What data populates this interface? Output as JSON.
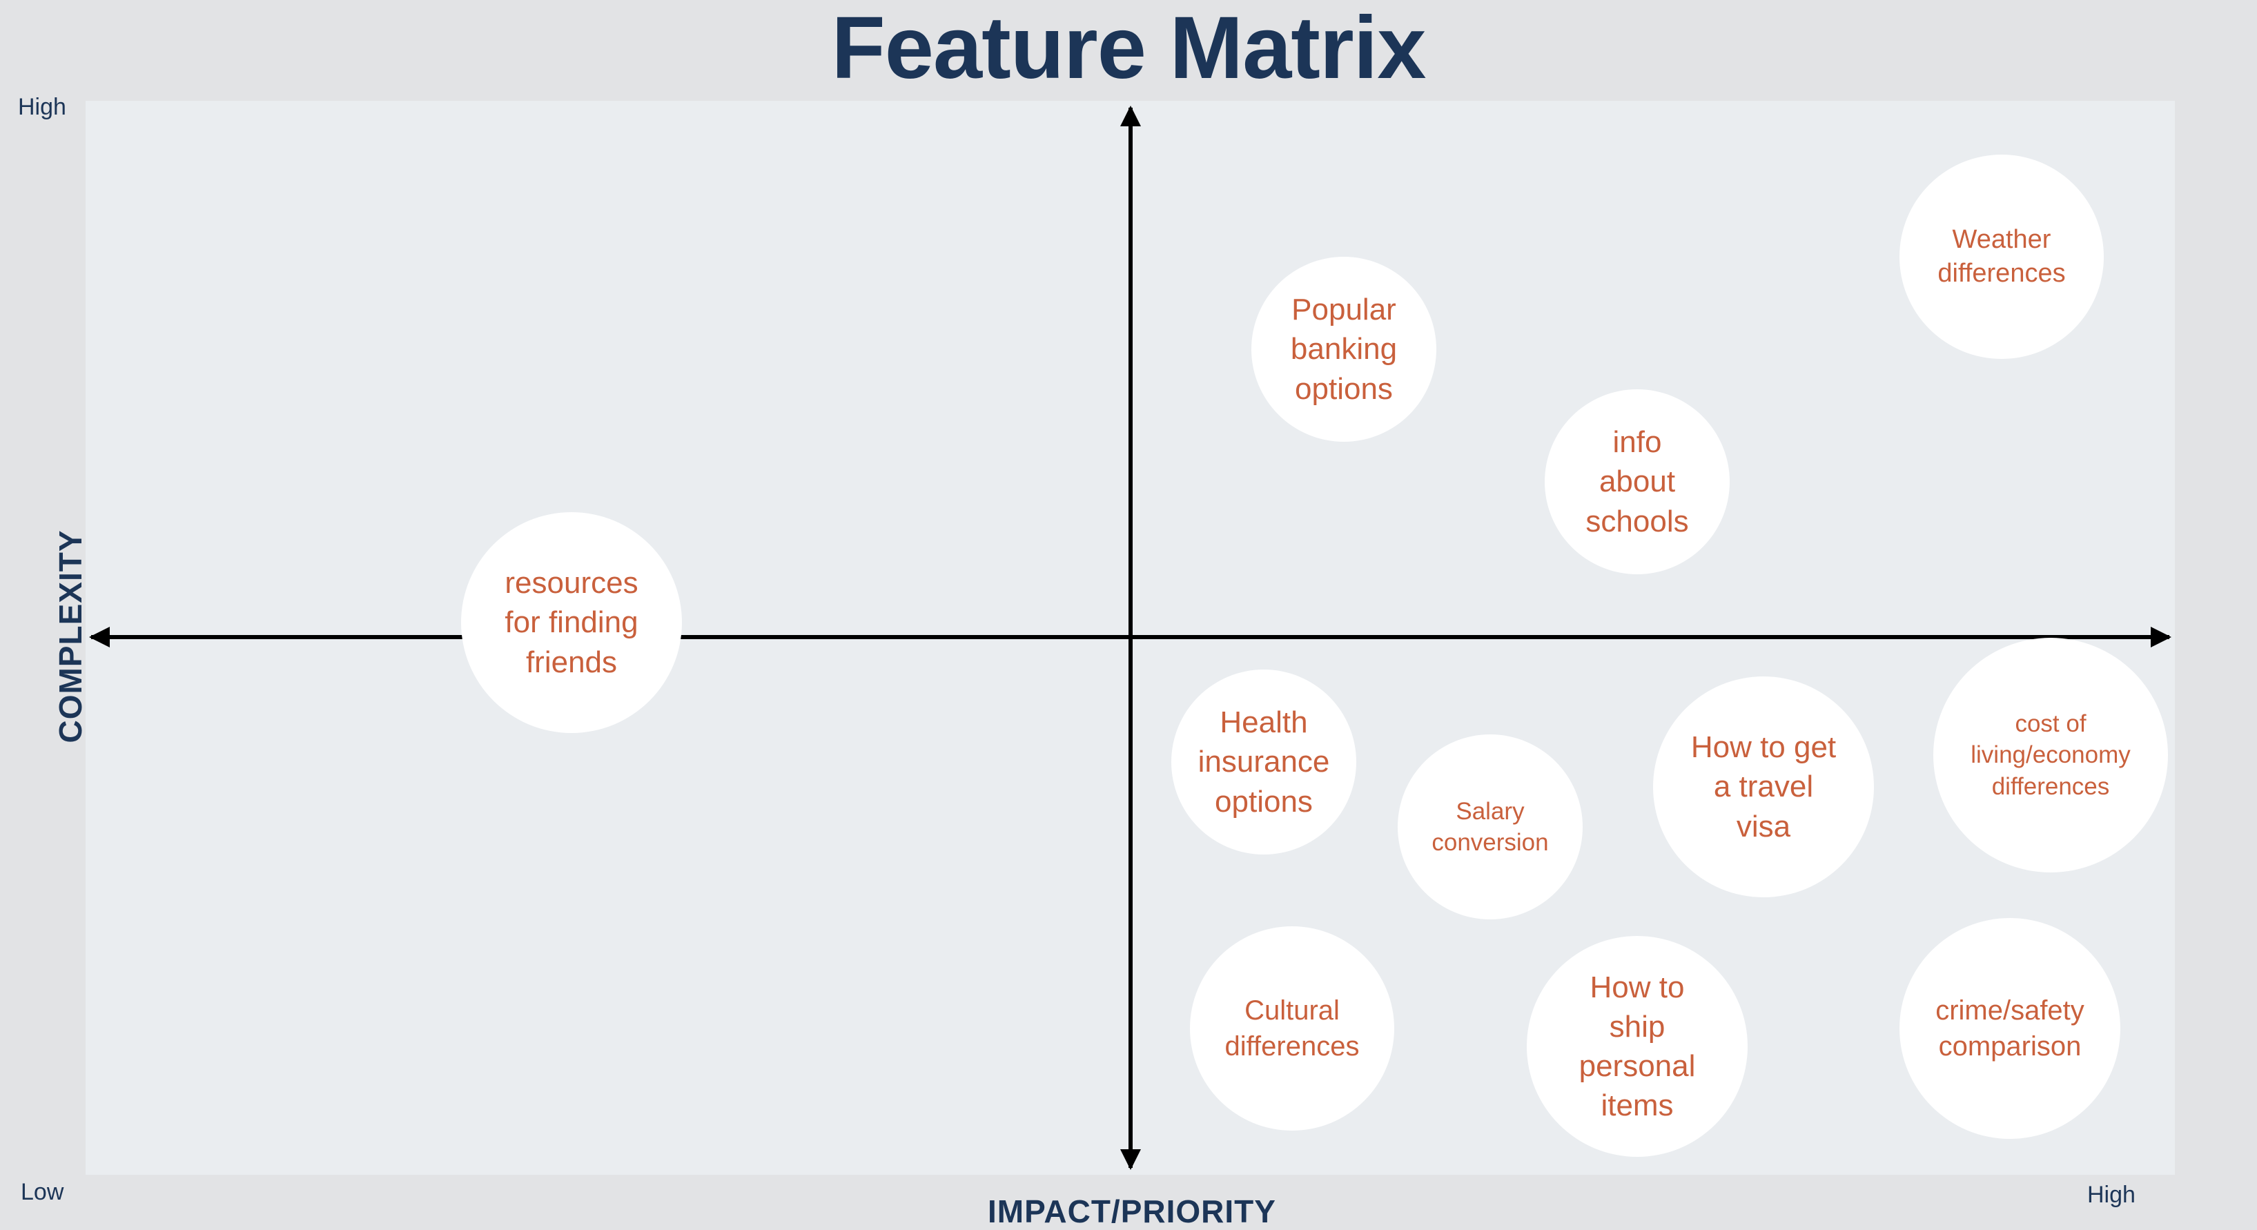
{
  "title": "Feature Matrix",
  "colors": {
    "background": "#e2e3e5",
    "plot_background": "#eaedf0",
    "title": "#1c3557",
    "bubble_fill": "#ffffff",
    "bubble_text": "#c9603c",
    "axis_line": "#000000"
  },
  "axes": {
    "x_label": "IMPACT/PRIORITY",
    "y_label": "COMPLEXITY",
    "y_high": "High",
    "y_low": "Low",
    "x_high": "High"
  },
  "items": [
    {
      "label": "Weather\ndifferences"
    },
    {
      "label": "Popular\nbanking\noptions"
    },
    {
      "label": "info\nabout\nschools"
    },
    {
      "label": "resources\nfor finding\nfriends"
    },
    {
      "label": "Health\ninsurance\noptions"
    },
    {
      "label": "Salary\nconversion"
    },
    {
      "label": "How to get\na travel\nvisa"
    },
    {
      "label": "cost of\nliving/economy\ndifferences"
    },
    {
      "label": "Cultural\ndifferences"
    },
    {
      "label": "How to\nship\npersonal\nitems"
    },
    {
      "label": "crime/safety\ncomparison"
    }
  ]
}
